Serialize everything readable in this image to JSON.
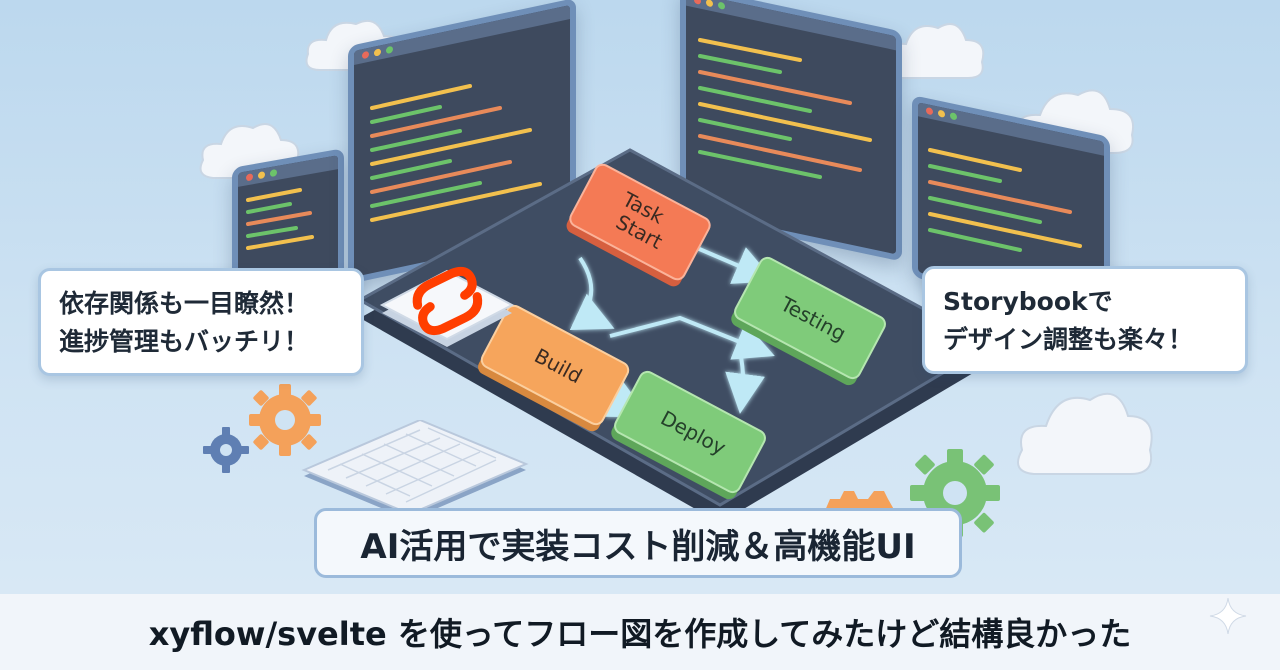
{
  "bubbles": {
    "left_line1": "依存関係も一目瞭然！",
    "left_line2": "進捗管理もバッチリ！",
    "right_line1": "Storybookで",
    "right_line2": "デザイン調整も楽々！"
  },
  "nodes": {
    "task_start_line1": "Task",
    "task_start_line2": "Start",
    "testing": "Testing",
    "build": "Build",
    "deploy": "Deploy"
  },
  "banner": {
    "text": "AI活用で実装コスト削減＆高機能UI"
  },
  "title": {
    "text": "xyflow/svelte を使ってフロー図を作成してみたけど結構良かった"
  },
  "colors": {
    "task_start": "#f47a55",
    "build": "#f6a55c",
    "testing": "#7fcb7a",
    "deploy": "#7fcb7a",
    "svelte": "#ff3e00",
    "platform": "#3f4d63"
  }
}
